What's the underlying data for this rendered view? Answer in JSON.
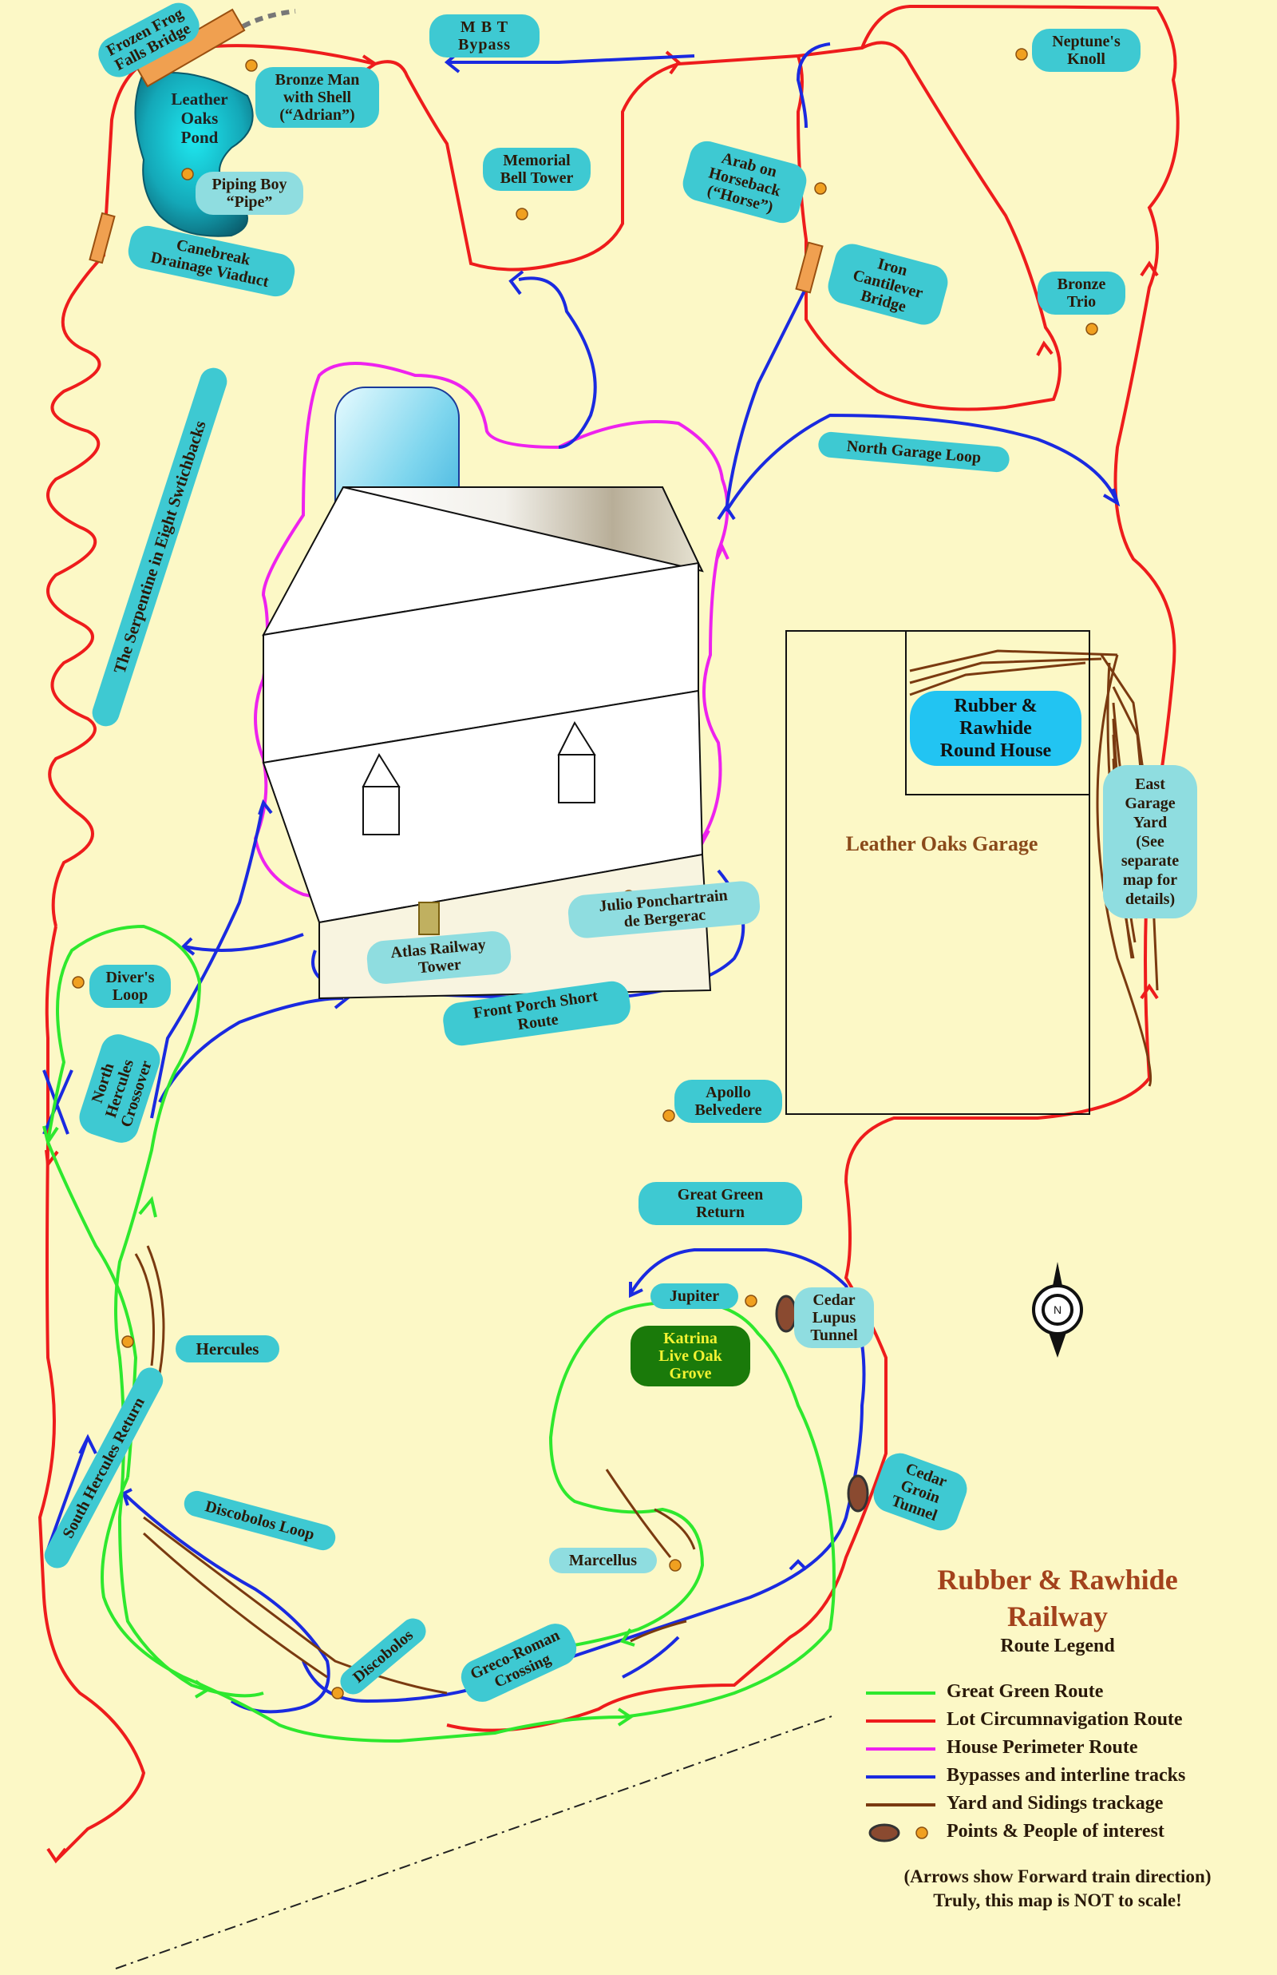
{
  "title": "Rubber & Rawhide\nRailway",
  "subtitle": "Route Legend",
  "colors": {
    "background": "#fcf8c6",
    "label_bg": "#3ec9d2",
    "green_route": "#2ee82e",
    "red_route": "#ee1c1c",
    "magenta_route": "#ee22ee",
    "blue_route": "#1a2ae0",
    "brown_track": "#7a3a10",
    "poi": "#f0a020"
  },
  "labels": {
    "frozen_frog": "Frozen Frog\nFalls Bridge",
    "leather_oaks_pond": "Leather\nOaks\nPond",
    "bronze_man": "Bronze Man\nwith Shell\n(“Adrian”)",
    "piping_boy": "Piping Boy\n“Pipe”",
    "mbt_bypass": "M B T\nBypass",
    "memorial_bell": "Memorial\nBell Tower",
    "arab_horseback": "Arab on\nHorseback\n(“Horse”)",
    "neptunes_knoll": "Neptune's\nKnoll",
    "canebreak": "Canebreak\nDrainage Viaduct",
    "iron_cantilever": "Iron\nCantilever\nBridge",
    "bronze_trio": "Bronze\nTrio",
    "north_garage_loop": "North Garage Loop",
    "serpentine": "The Serpentine in Eight Swtichbacks",
    "round_house": "Rubber &\nRawhide\nRound House",
    "east_garage_yard": "East\nGarage\nYard\n(See\nseparate\nmap for\ndetails)",
    "leather_oaks_garage": "Leather Oaks Garage",
    "julio": "Julio Ponchartrain\nde Bergerac",
    "atlas_tower": "Atlas Railway\nTower",
    "divers_loop": "Diver's\nLoop",
    "front_porch": "Front Porch Short\nRoute",
    "north_hercules": "North\nHercules\nCrossover",
    "apollo": "Apollo\nBelvedere",
    "great_green_return": "Great Green\nReturn",
    "jupiter": "Jupiter",
    "cedar_lupus": "Cedar\nLupus\nTunnel",
    "katrina": "Katrina\nLive Oak\nGrove",
    "hercules": "Hercules",
    "cedar_groin": "Cedar\nGroin\nTunnel",
    "south_hercules": "South Hercules Return",
    "discobolos_loop": "Discobolos Loop",
    "marcellus": "Marcellus",
    "discobolos": "Discobolos",
    "greco_roman": "Greco-Roman\nCrossing",
    "north_compass": "N"
  },
  "legend": [
    {
      "label": "Great Green Route",
      "color": "#2ee82e"
    },
    {
      "label": "Lot Circumnavigation Route",
      "color": "#ee1c1c"
    },
    {
      "label": "House Perimeter Route",
      "color": "#ee22ee"
    },
    {
      "label": "Bypasses and interline tracks",
      "color": "#1a2ae0"
    },
    {
      "label": "Yard and Sidings trackage",
      "color": "#7a3a10"
    },
    {
      "label": "Points & People of interest",
      "color": "#f0a020"
    }
  ],
  "note": "(Arrows show Forward train direction)\nTruly, this map is NOT to scale!"
}
